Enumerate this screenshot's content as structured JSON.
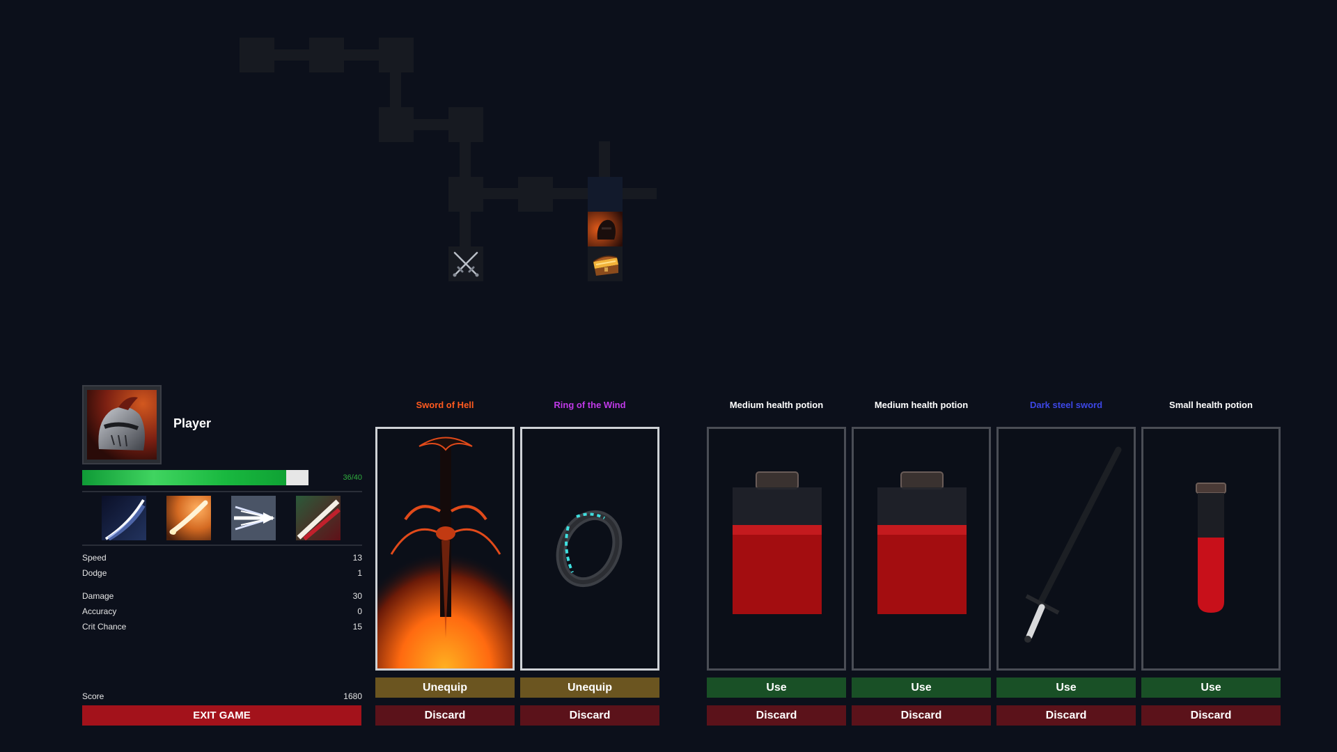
{
  "player": {
    "name": "Player",
    "hp_current": 36,
    "hp_max": 40,
    "hp_text": "36/40",
    "portrait_icon": "knight-helmet-icon"
  },
  "skills": [
    {
      "icon": "slash-skill-icon",
      "color": "#5b7bd8"
    },
    {
      "icon": "fire-strike-skill-icon",
      "color": "#e57a2a"
    },
    {
      "icon": "piercing-strike-skill-icon",
      "color": "#cfd8f0"
    },
    {
      "icon": "bleed-strike-skill-icon",
      "color": "#c0303a"
    }
  ],
  "stats": [
    {
      "label": "Speed",
      "value": "13"
    },
    {
      "label": "Dodge",
      "value": "1"
    },
    {
      "label": "Damage",
      "value": "30"
    },
    {
      "label": "Accuracy",
      "value": "0"
    },
    {
      "label": "Crit Chance",
      "value": "15"
    }
  ],
  "score": {
    "label": "Score",
    "value": "1680"
  },
  "exit_label": "EXIT GAME",
  "map": {
    "icons": [
      "crossed-swords-icon",
      "enemy-knight-icon",
      "treasure-chest-icon"
    ]
  },
  "equipped": [
    {
      "title": "Sword of Hell",
      "title_color": "#ff5a1f",
      "icon": "hell-sword-icon",
      "button": "Unequip",
      "discard": "Discard"
    },
    {
      "title": "Ring of the Wind",
      "title_color": "#c03ae8",
      "icon": "rune-ring-icon",
      "button": "Unequip",
      "discard": "Discard"
    }
  ],
  "inventory": [
    {
      "title": "Medium health potion",
      "title_color": "#ffffff",
      "icon": "medium-potion-icon",
      "button": "Use",
      "discard": "Discard"
    },
    {
      "title": "Medium health potion",
      "title_color": "#ffffff",
      "icon": "medium-potion-icon",
      "button": "Use",
      "discard": "Discard"
    },
    {
      "title": "Dark steel sword",
      "title_color": "#3d47e6",
      "icon": "dark-steel-sword-icon",
      "button": "Use",
      "discard": "Discard"
    },
    {
      "title": "Small health potion",
      "title_color": "#ffffff",
      "icon": "small-potion-icon",
      "button": "Use",
      "discard": "Discard"
    }
  ]
}
